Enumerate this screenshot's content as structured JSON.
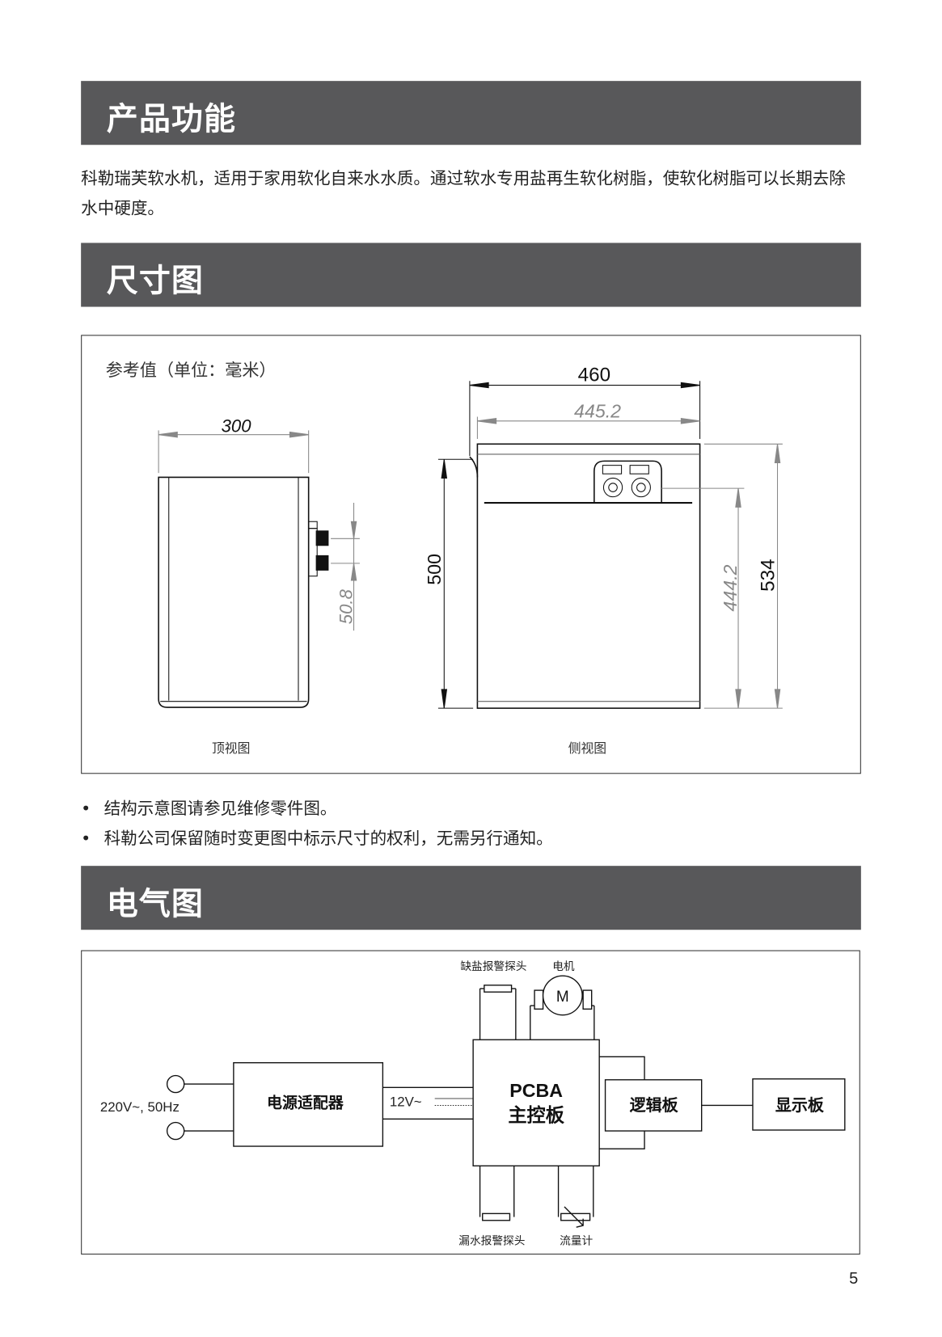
{
  "sections": {
    "features": {
      "title": "产品功能",
      "body": "科勒瑞芙软水机，适用于家用软化自来水水质。通过软水专用盐再生软化树脂，使软化树脂可以长期去除水中硬度。"
    },
    "dimensions": {
      "title": "尺寸图",
      "unit_note": "参考值（单位：毫米）",
      "top_view": {
        "caption": "顶视图",
        "width": "300",
        "connector_spacing": "50.8",
        "depth": "500"
      },
      "side_view": {
        "caption": "侧视图",
        "overall_width": "460",
        "body_width": "445.2",
        "outlet_height": "444.2",
        "overall_height": "534"
      },
      "notes": [
        "结构示意图请参见维修零件图。",
        "科勒公司保留随时变更图中标示尺寸的权利，无需另行通知。"
      ]
    },
    "electrical": {
      "title": "电气图",
      "input": "220V~, 50Hz",
      "adapter": "电源适配器",
      "voltage": "12V~",
      "pcba_line1": "PCBA",
      "pcba_line2": "主控板",
      "logic_board": "逻辑板",
      "display_board": "显示板",
      "salt_sensor": "缺盐报警探头",
      "motor": "电机",
      "motor_symbol": "M",
      "leak_sensor": "漏水报警探头",
      "flow_meter": "流量计"
    }
  },
  "page_number": "5"
}
